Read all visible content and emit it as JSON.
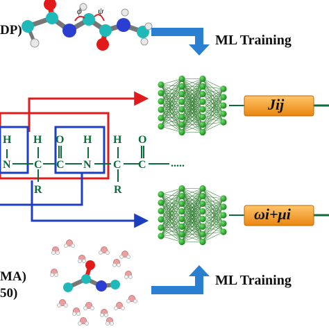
{
  "top_left_label": "DP)",
  "bottom_left_label_1": "MA)",
  "bottom_left_label_2": "50)",
  "ml_training_top": "ML Training",
  "ml_training_bottom": "ML Training",
  "output_top": "Jij",
  "output_bottom": "ωi+μi",
  "torsion_phi": "ϕ",
  "torsion_psi": "ψ",
  "backbone": {
    "atoms_row1": [
      "H",
      "H",
      "O",
      "H",
      "H",
      "O"
    ],
    "atoms_row2": [
      "N",
      "C",
      "C",
      "N",
      "C",
      "C"
    ],
    "side_chain": [
      "R",
      "R"
    ],
    "trailing": "....."
  },
  "colors": {
    "network_node": "#1c9a1c",
    "network_edge": "#2c7a2c",
    "red_arrow": "#e01b1b",
    "blue_arrow": "#1d3fbf",
    "backbone": "#0b6b3a",
    "output_box": "#f59a1d",
    "training_arrow": "#2b7fd0"
  }
}
